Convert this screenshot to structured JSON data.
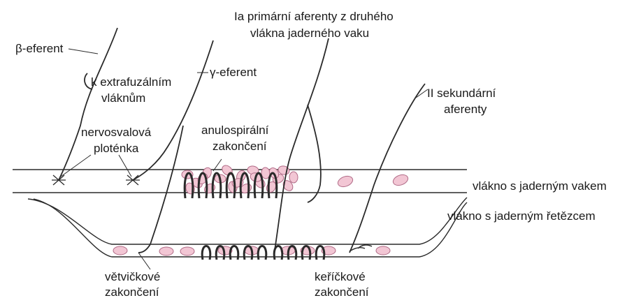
{
  "labels": {
    "beta_efferent": "β-eferent",
    "extrafusal_line1": "k extrafuzálním",
    "extrafusal_line2": "vláknům",
    "gamma_efferent": "γ-eferent",
    "ia_line1": "Ia primární aferenty z druhého",
    "ia_line2": "vlákna jaderného vaku",
    "ii_line1": "II sekundární",
    "ii_line2": "aferenty",
    "endplate_line1": "nervosvalová",
    "endplate_line2": "ploténka",
    "annulo_line1": "anulospirální",
    "annulo_line2": "zakončení",
    "bag_fiber": "vlákno s jaderným vakem",
    "chain_fiber": "vlákno s jaderným řetězcem",
    "branch_line1": "větvičkové",
    "branch_line2": "zakončení",
    "bush_line1": "keříčkové",
    "bush_line2": "zakončení"
  },
  "colors": {
    "ink": "#2a2a2a",
    "nucleus_fill": "#f2c6d4",
    "nucleus_stroke": "#b06a86"
  }
}
